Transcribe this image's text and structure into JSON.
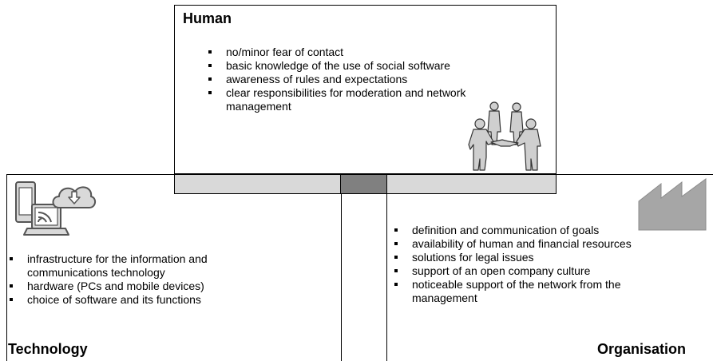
{
  "human": {
    "title": "Human",
    "items": [
      "no/minor fear of contact",
      "basic knowledge of the use of social software",
      "awareness of rules and expectations",
      "clear responsibilities for moderation and network management"
    ],
    "icon": "people-handshake-icon"
  },
  "technology": {
    "title": "Technology",
    "items": [
      "infrastructure for the information and communications technology",
      "hardware (PCs and mobile devices)",
      "choice of software and its functions"
    ],
    "icon": "devices-cloud-icon"
  },
  "organisation": {
    "title": "Organisation",
    "items": [
      "definition and communication of goals",
      "availability of human and financial resources",
      "solutions for legal issues",
      "support of an open company culture",
      "noticeable support of the network from the management"
    ],
    "icon": "factory-icon"
  },
  "colors": {
    "bar_light": "#d9d9d9",
    "bar_dark": "#808080",
    "factory": "#a6a6a6"
  }
}
